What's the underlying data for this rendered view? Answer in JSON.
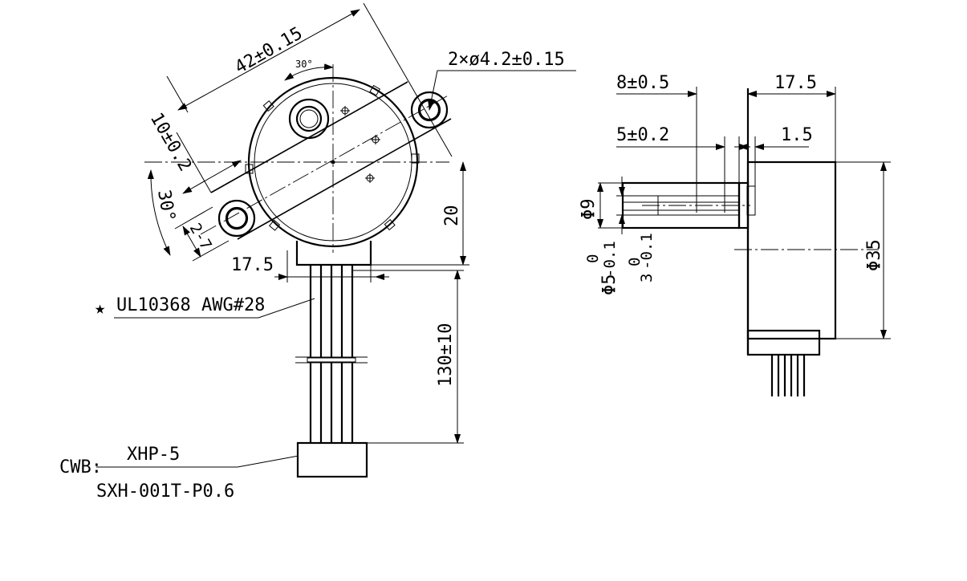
{
  "front_view": {
    "dim_overall_length": "42±0.15",
    "dim_mount_holes": "2×ø4.2±0.15",
    "dim_angle_small": "30°",
    "dim_offset": "10±0.2",
    "dim_angle_large": "30°",
    "dim_hole_center": "2-7",
    "dim_width_half": "17.5",
    "dim_height": "20",
    "dim_lead_length": "130±10",
    "cable_spec": "UL10368 AWG#28",
    "cable_star": "★",
    "connector_prefix": "CWB:",
    "connector_housing": "XHP-5",
    "connector_terminal": "SXH-001T-P0.6"
  },
  "side_view": {
    "dim_shaft_length": "8±0.5",
    "dim_flat_length": "5±0.2",
    "dim_body_depth": "17.5",
    "dim_boss_height": "1.5",
    "dim_boss_dia": "Φ9",
    "dim_shaft_dia": "Φ5",
    "dim_shaft_tol_upper": "0",
    "dim_shaft_tol_lower": "-0.1",
    "dim_flat_width": "3",
    "dim_flat_tol_upper": "0",
    "dim_flat_tol_lower": "-0.1",
    "dim_body_dia": "Φ35"
  }
}
